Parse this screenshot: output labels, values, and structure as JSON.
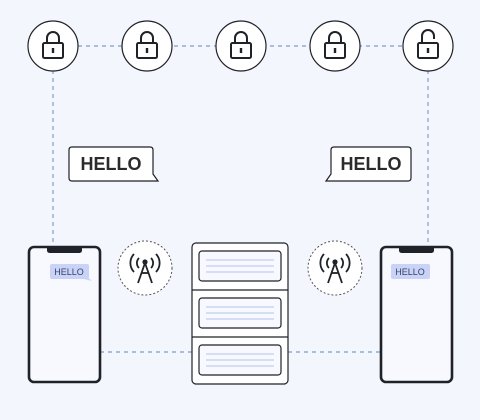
{
  "colors": {
    "background": "#f3f6fd",
    "stroke": "#1f2228",
    "dash": "#8faad6",
    "lock_fill": "#ffffff",
    "phone_screen": "#f7f9ff",
    "phone_badge": "#c9d3f7",
    "server_fill": "#f7f9ff",
    "server_line": "#c3cff2",
    "tower_circle": "#555555"
  },
  "locks": [
    {
      "icon": "lock-closed-icon",
      "state": "closed"
    },
    {
      "icon": "lock-closed-icon",
      "state": "closed"
    },
    {
      "icon": "lock-closed-icon",
      "state": "closed"
    },
    {
      "icon": "lock-closed-icon",
      "state": "closed"
    },
    {
      "icon": "lock-open-icon",
      "state": "open"
    }
  ],
  "bubbles": {
    "left": "HELLO",
    "right": "HELLO"
  },
  "phones": {
    "left": {
      "message": "HELLO"
    },
    "right": {
      "message": "HELLO"
    }
  },
  "towers": [
    {
      "icon": "signal-tower-icon"
    },
    {
      "icon": "signal-tower-icon"
    }
  ],
  "server": {
    "icon": "server-rack-icon",
    "units": 3
  }
}
